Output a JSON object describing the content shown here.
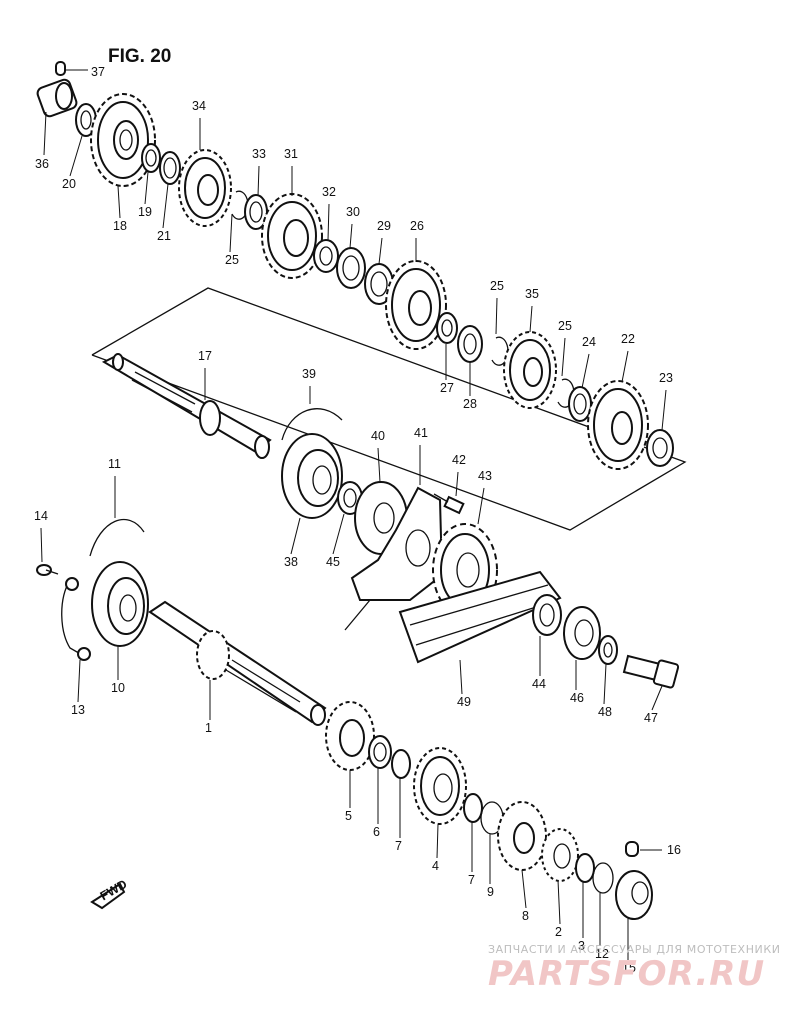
{
  "figure": {
    "title": "FIG. 20"
  },
  "callouts": [
    {
      "id": "p37",
      "label": "37"
    },
    {
      "id": "p36",
      "label": "36"
    },
    {
      "id": "p20",
      "label": "20"
    },
    {
      "id": "p18",
      "label": "18"
    },
    {
      "id": "p19",
      "label": "19"
    },
    {
      "id": "p21",
      "label": "21"
    },
    {
      "id": "p34",
      "label": "34"
    },
    {
      "id": "p25a",
      "label": "25"
    },
    {
      "id": "p33",
      "label": "33"
    },
    {
      "id": "p31",
      "label": "31"
    },
    {
      "id": "p32",
      "label": "32"
    },
    {
      "id": "p30",
      "label": "30"
    },
    {
      "id": "p29",
      "label": "29"
    },
    {
      "id": "p26",
      "label": "26"
    },
    {
      "id": "p27",
      "label": "27"
    },
    {
      "id": "p28",
      "label": "28"
    },
    {
      "id": "p25b",
      "label": "25"
    },
    {
      "id": "p35",
      "label": "35"
    },
    {
      "id": "p25c",
      "label": "25"
    },
    {
      "id": "p24",
      "label": "24"
    },
    {
      "id": "p22",
      "label": "22"
    },
    {
      "id": "p23",
      "label": "23"
    },
    {
      "id": "p17",
      "label": "17"
    },
    {
      "id": "p39",
      "label": "39"
    },
    {
      "id": "p40",
      "label": "40"
    },
    {
      "id": "p41",
      "label": "41"
    },
    {
      "id": "p42",
      "label": "42"
    },
    {
      "id": "p43",
      "label": "43"
    },
    {
      "id": "p38",
      "label": "38"
    },
    {
      "id": "p45",
      "label": "45"
    },
    {
      "id": "p11",
      "label": "11"
    },
    {
      "id": "p14",
      "label": "14"
    },
    {
      "id": "p10",
      "label": "10"
    },
    {
      "id": "p13",
      "label": "13"
    },
    {
      "id": "p1",
      "label": "1"
    },
    {
      "id": "p49",
      "label": "49"
    },
    {
      "id": "p44",
      "label": "44"
    },
    {
      "id": "p46",
      "label": "46"
    },
    {
      "id": "p48",
      "label": "48"
    },
    {
      "id": "p47",
      "label": "47"
    },
    {
      "id": "p5",
      "label": "5"
    },
    {
      "id": "p6",
      "label": "6"
    },
    {
      "id": "p7a",
      "label": "7"
    },
    {
      "id": "p4",
      "label": "4"
    },
    {
      "id": "p7b",
      "label": "7"
    },
    {
      "id": "p9",
      "label": "9"
    },
    {
      "id": "p8",
      "label": "8"
    },
    {
      "id": "p2",
      "label": "2"
    },
    {
      "id": "p3",
      "label": "3"
    },
    {
      "id": "p12",
      "label": "12"
    },
    {
      "id": "p16",
      "label": "16"
    },
    {
      "id": "p15",
      "label": "15"
    }
  ],
  "direction_marker": {
    "label": "FWD"
  },
  "watermark": {
    "tagline": "ЗАПЧАСТИ И АКСЕССУАРЫ ДЛЯ МОТОТЕХНИКИ",
    "brand": "PARTSFOR.RU"
  }
}
